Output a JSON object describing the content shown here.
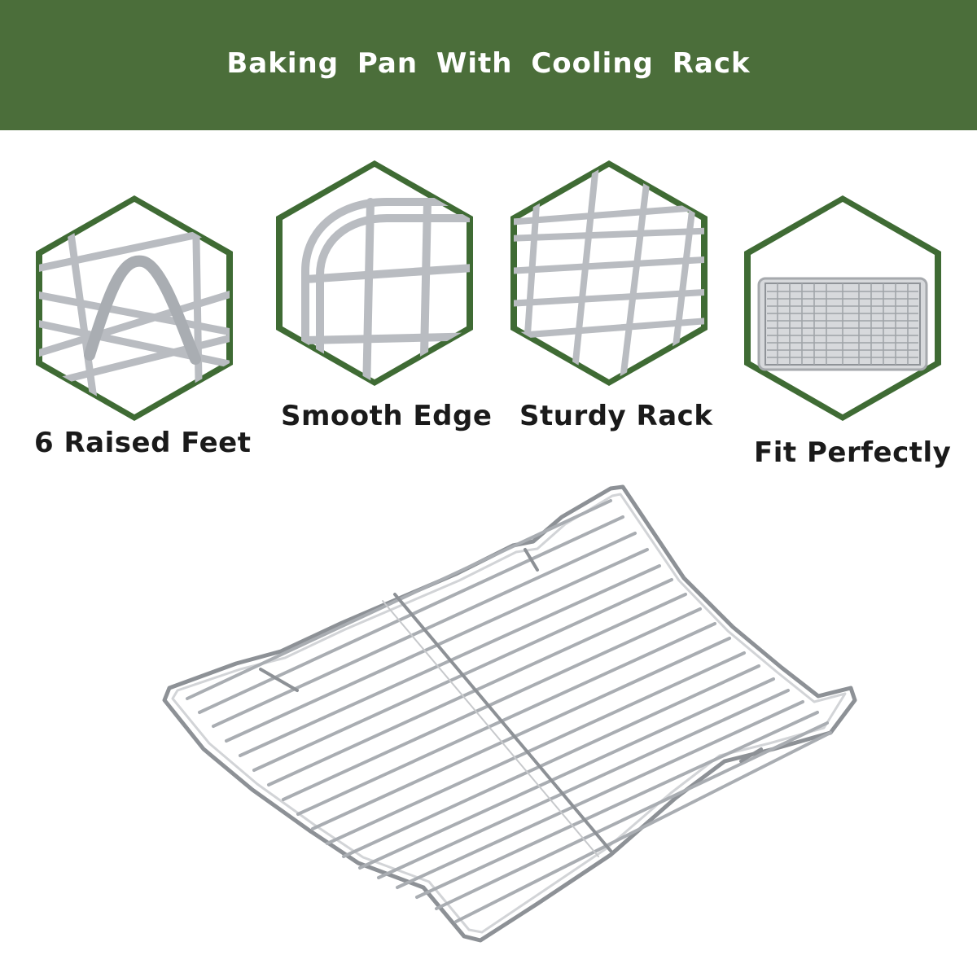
{
  "banner": {
    "title": "Baking Pan With Cooling Rack"
  },
  "features": [
    {
      "label": "6 Raised Feet",
      "icon": "raised-feet-closeup"
    },
    {
      "label": "Smooth Edge",
      "icon": "smooth-edge-closeup"
    },
    {
      "label": "Sturdy Rack",
      "icon": "sturdy-rack-closeup"
    },
    {
      "label": "Fit Perfectly",
      "icon": "pan-with-rack-closeup"
    }
  ],
  "colors": {
    "banner": "#4b6e3a",
    "hex_border": "#3f6b34",
    "text": "#1a1a1a",
    "wire": "#b9bcc1"
  }
}
